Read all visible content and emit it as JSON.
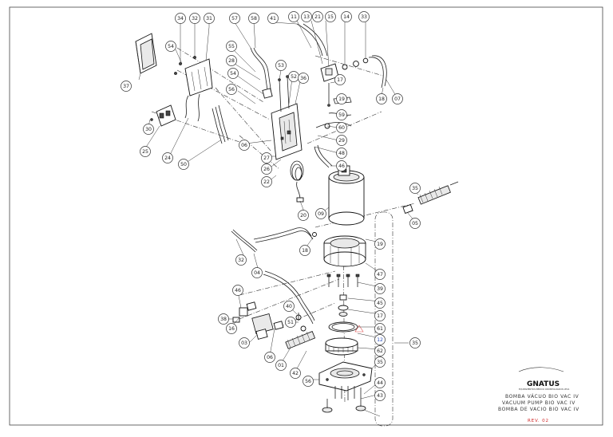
{
  "callouts": [
    {
      "label": "34"
    },
    {
      "label": "32"
    },
    {
      "label": "31"
    },
    {
      "label": "57"
    },
    {
      "label": "58"
    },
    {
      "label": "41"
    },
    {
      "label": "11"
    },
    {
      "label": "13"
    },
    {
      "label": "21"
    },
    {
      "label": "15"
    },
    {
      "label": "14"
    },
    {
      "label": "33"
    },
    {
      "label": "54"
    },
    {
      "label": "55"
    },
    {
      "label": "28"
    },
    {
      "label": "54"
    },
    {
      "label": "53"
    },
    {
      "label": "52"
    },
    {
      "label": "36"
    },
    {
      "label": "17"
    },
    {
      "label": "18"
    },
    {
      "label": "07"
    },
    {
      "label": "37"
    },
    {
      "label": "56"
    },
    {
      "label": "19"
    },
    {
      "label": "59"
    },
    {
      "label": "60"
    },
    {
      "label": "29"
    },
    {
      "label": "48"
    },
    {
      "label": "46"
    },
    {
      "label": "30"
    },
    {
      "label": "25"
    },
    {
      "label": "24"
    },
    {
      "label": "50"
    },
    {
      "label": "06"
    },
    {
      "label": "27"
    },
    {
      "label": "26"
    },
    {
      "label": "22"
    },
    {
      "label": "20"
    },
    {
      "label": "09"
    },
    {
      "label": "35"
    },
    {
      "label": "05"
    },
    {
      "label": "19"
    },
    {
      "label": "32"
    },
    {
      "label": "18"
    },
    {
      "label": "04"
    },
    {
      "label": "47"
    },
    {
      "label": "39"
    },
    {
      "label": "46"
    },
    {
      "label": "45"
    },
    {
      "label": "17"
    },
    {
      "label": "40"
    },
    {
      "label": "38"
    },
    {
      "label": "16"
    },
    {
      "label": "51"
    },
    {
      "label": "61"
    },
    {
      "label": "12",
      "accent": true
    },
    {
      "label": "03"
    },
    {
      "label": "62"
    },
    {
      "label": "35"
    },
    {
      "label": "06"
    },
    {
      "label": "01"
    },
    {
      "label": "35"
    },
    {
      "label": "42"
    },
    {
      "label": "56"
    },
    {
      "label": "44"
    },
    {
      "label": "43"
    }
  ],
  "title_block": {
    "brand": "GNATUS",
    "brand_tagline": "EQUIPAMENTOS MEDICO ODONTOLOGICOS LTDA",
    "line_pt": "BOMBA VÁCUO BIO VAC IV",
    "line_en": "VACUUM PUMP BIO VAC IV",
    "line_es": "BOMBA DE VACIO BIO VAC IV",
    "revision": "REV. 02"
  }
}
